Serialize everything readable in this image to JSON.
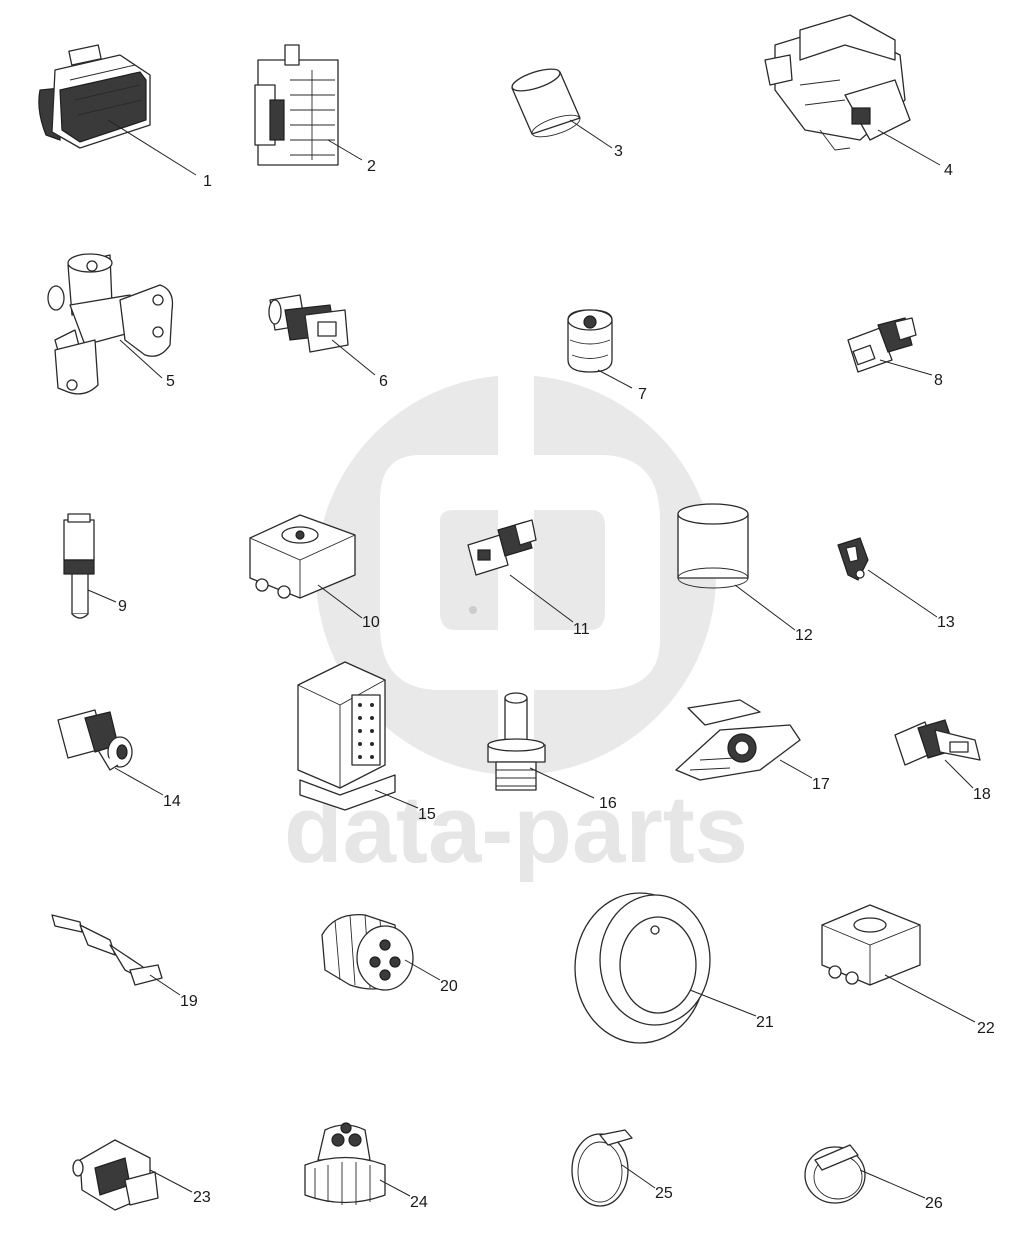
{
  "watermark": {
    "text": "data-parts"
  },
  "callouts": [
    "1",
    "2",
    "3",
    "4",
    "5",
    "6",
    "7",
    "8",
    "9",
    "10",
    "11",
    "12",
    "13",
    "14",
    "15",
    "16",
    "17",
    "18",
    "19",
    "20",
    "21",
    "22",
    "23",
    "24",
    "25",
    "26"
  ]
}
